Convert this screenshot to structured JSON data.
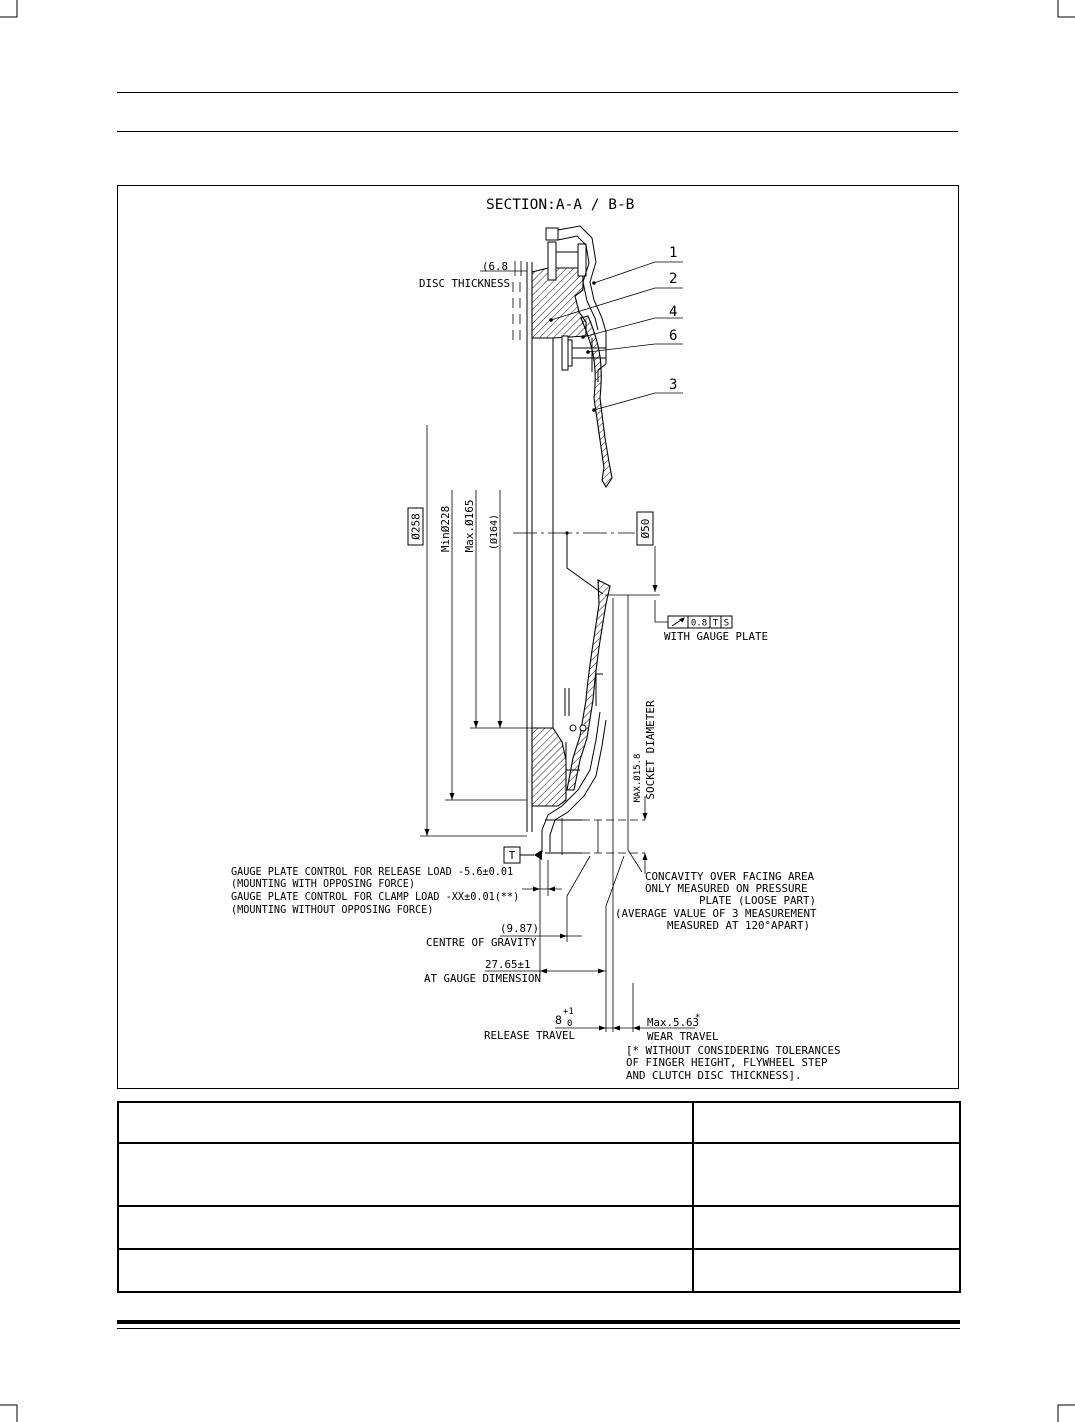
{
  "drawing": {
    "title": "SECTION:A-A / B-B",
    "disc_thickness": {
      "value": "(6.8",
      "label": "DISC THICKNESS"
    },
    "callouts": [
      "1",
      "2",
      "4",
      "6",
      "3"
    ],
    "diameters": {
      "d258": "Ø258",
      "d228": "MinØ228",
      "d165": "Max.Ø165",
      "d164": "(Ø164)",
      "d50": "Ø50"
    },
    "runout": {
      "tolerance": "0.8",
      "datum": "T",
      "modifier": "S",
      "note": "WITH GAUGE PLATE"
    },
    "socket": {
      "value": "MAX.Ø15.8",
      "label": "SOCKET DIAMETER"
    },
    "datum_label": "T",
    "gauge_notes": [
      "GAUGE PLATE CONTROL FOR RELEASE LOAD -5.6±0.01",
      "(MOUNTING WITH OPPOSING FORCE)",
      "GAUGE PLATE CONTROL FOR CLAMP LOAD -XX±0.01(**)",
      "(MOUNTING WITHOUT OPPOSING FORCE)"
    ],
    "concavity_notes": [
      "CONCAVITY OVER FACING AREA",
      "ONLY MEASURED ON PRESSURE",
      "PLATE (LOOSE PART)",
      "(AVERAGE VALUE OF 3 MEASUREMENT",
      "MEASURED AT 120°APART)"
    ],
    "centre_of_gravity": {
      "value": "(9.87)",
      "label": "CENTRE OF GRAVITY"
    },
    "gauge_dimension": {
      "value": "27.65±1",
      "label": "AT GAUGE DIMENSION"
    },
    "release_travel": {
      "value": "8",
      "upper_tol": "+1",
      "lower_tol": "0",
      "label": "RELEASE TRAVEL"
    },
    "wear_travel": {
      "value": "Max.5.63",
      "mark": "*",
      "label": "WEAR TRAVEL"
    },
    "footnote": [
      "[* WITHOUT CONSIDERING TOLERANCES",
      "OF FINGER HEIGHT, FLYWHEEL STEP",
      "AND CLUTCH DISC THICKNESS]."
    ]
  }
}
